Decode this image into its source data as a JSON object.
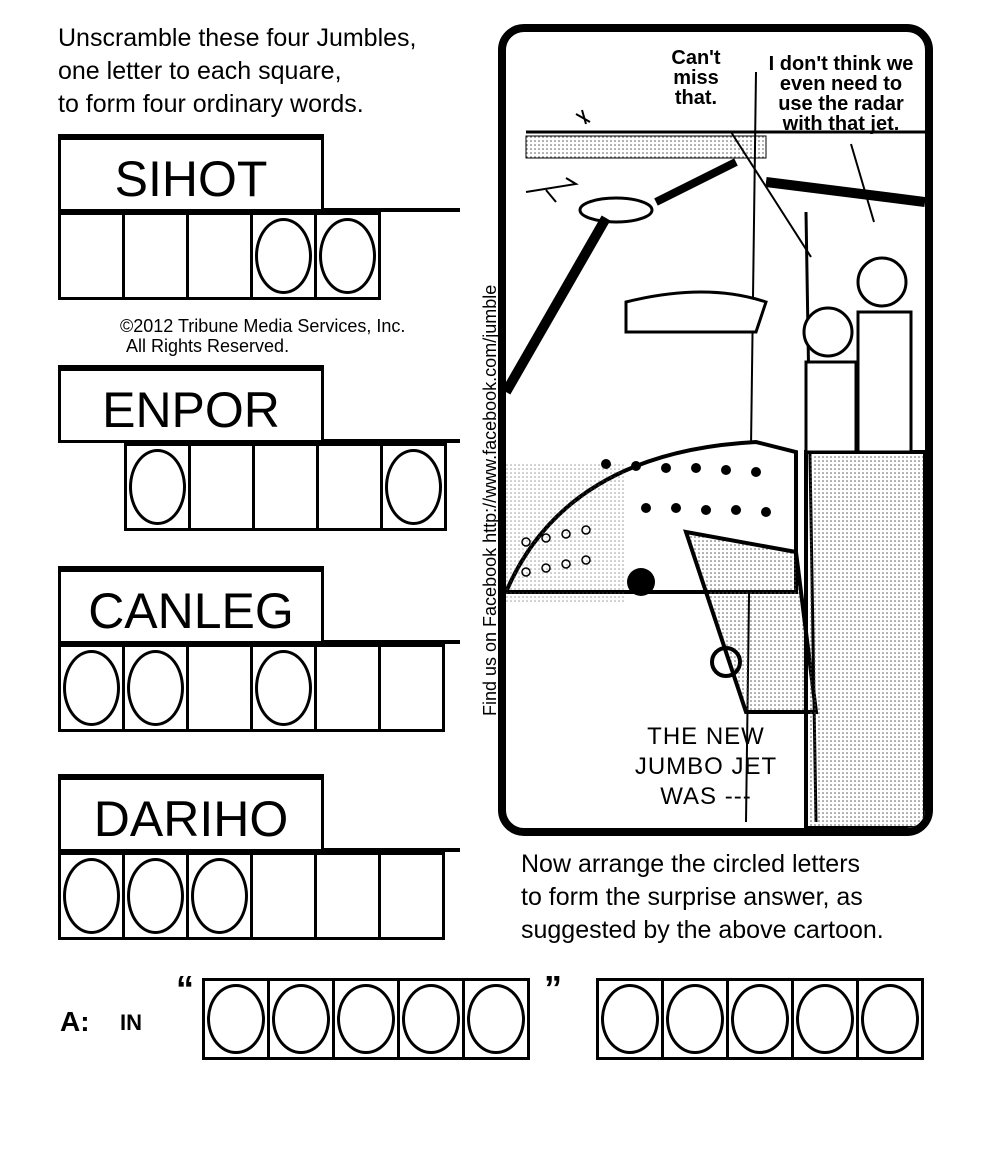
{
  "instructions": {
    "line1": "Unscramble these four Jumbles,",
    "line2": "one letter to each square,",
    "line3": "to form four ordinary words."
  },
  "jumbles": [
    {
      "letters": "SIHOT",
      "cells": [
        {
          "circled": false
        },
        {
          "circled": false
        },
        {
          "circled": false
        },
        {
          "circled": true
        },
        {
          "circled": true
        }
      ]
    },
    {
      "letters": "ENPOR",
      "cells": [
        {
          "circled": true
        },
        {
          "circled": false
        },
        {
          "circled": false
        },
        {
          "circled": false
        },
        {
          "circled": true
        }
      ]
    },
    {
      "letters": "CANLEG",
      "cells": [
        {
          "circled": true
        },
        {
          "circled": true
        },
        {
          "circled": false
        },
        {
          "circled": true
        },
        {
          "circled": false
        },
        {
          "circled": false
        }
      ]
    },
    {
      "letters": "DARIHO",
      "cells": [
        {
          "circled": true
        },
        {
          "circled": true
        },
        {
          "circled": true
        },
        {
          "circled": false
        },
        {
          "circled": false
        },
        {
          "circled": false
        }
      ]
    }
  ],
  "copyright": {
    "line1": "©2012 Tribune Media Services, Inc.",
    "line2": "All Rights Reserved."
  },
  "side_text": "Find us on Facebook http://www.facebook.com/jumble",
  "cartoon": {
    "bubble_left": {
      "line1": "Can't",
      "line2": "miss",
      "line3": "that."
    },
    "bubble_right": {
      "line1": "I don't think we",
      "line2": "even need to",
      "line3": "use the radar",
      "line4": "with that jet."
    },
    "caption": {
      "line1": "THE NEW",
      "line2": "JUMBO JET",
      "line3": "WAS ---"
    }
  },
  "prompt": {
    "line1": "Now arrange the circled letters",
    "line2": "to form the surprise answer, as",
    "line3": "suggested by the above cartoon."
  },
  "answer": {
    "label": "A:",
    "prefix": "IN",
    "open_quote": "“",
    "close_quote": "”",
    "word1_length": 5,
    "word2_length": 5
  }
}
